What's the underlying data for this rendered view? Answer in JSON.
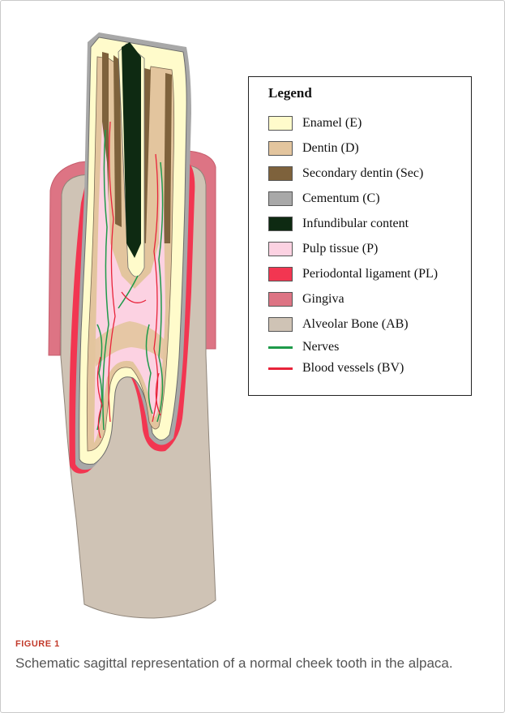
{
  "legend": {
    "title": "Legend",
    "items": [
      {
        "label": "Enamel (E)",
        "kind": "swatch",
        "color": "#FFFBCB"
      },
      {
        "label": "Dentin (D)",
        "kind": "swatch",
        "color": "#E3C59E"
      },
      {
        "label": "Secondary dentin (Sec)",
        "kind": "swatch",
        "color": "#7E623C"
      },
      {
        "label": "Cementum (C)",
        "kind": "swatch",
        "color": "#A8A8A8"
      },
      {
        "label": "Infundibular content",
        "kind": "swatch",
        "color": "#0E2A12"
      },
      {
        "label": "Pulp tissue (P)",
        "kind": "swatch",
        "color": "#FCD2E2"
      },
      {
        "label": "Periodontal ligament (PL)",
        "kind": "swatch",
        "color": "#F23651"
      },
      {
        "label": "Gingiva",
        "kind": "swatch",
        "color": "#DD7484"
      },
      {
        "label": "Alveolar Bone (AB)",
        "kind": "swatch",
        "color": "#CFC3B5"
      },
      {
        "label": "Nerves",
        "kind": "line",
        "color": "#1E9A4A"
      },
      {
        "label": "Blood vessels (BV)",
        "kind": "line",
        "color": "#E8233A"
      }
    ]
  },
  "figure": {
    "label": "FIGURE 1",
    "caption": "Schematic sagittal representation of a normal cheek tooth in the alpaca."
  }
}
